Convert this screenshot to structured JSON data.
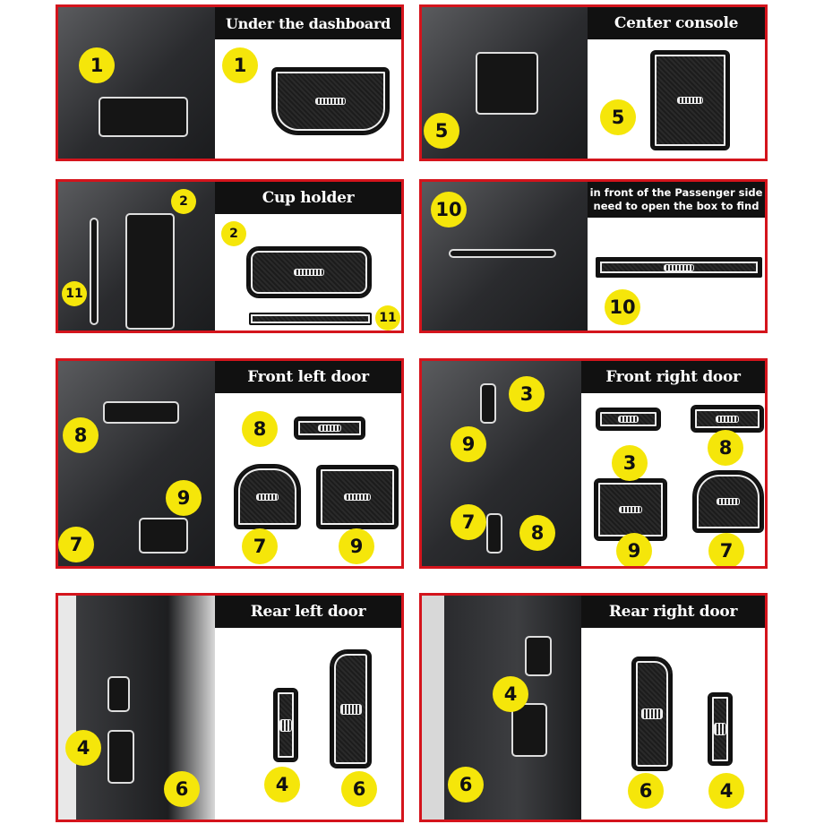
{
  "panels": [
    {
      "title": "Under the dashboard",
      "photo_badges": [
        "1"
      ],
      "product_badges": [
        "1"
      ]
    },
    {
      "title": "Center console",
      "photo_badges": [
        "5"
      ],
      "product_badges": [
        "5"
      ]
    },
    {
      "title": "Cup holder",
      "photo_badges": [
        "2",
        "11"
      ],
      "product_badges": [
        "2",
        "11"
      ]
    },
    {
      "title_line1": "in front of the Passenger side",
      "title_line2": "need to open the box to find",
      "photo_badges": [
        "10"
      ],
      "product_badges": [
        "10"
      ]
    },
    {
      "title": "Front left door",
      "photo_badges": [
        "8",
        "9",
        "7"
      ],
      "product_badges": [
        "8",
        "7",
        "9"
      ]
    },
    {
      "title": "Front right door",
      "photo_badges": [
        "3",
        "9",
        "7",
        "8"
      ],
      "product_badges": [
        "3",
        "8",
        "9",
        "7"
      ]
    },
    {
      "title": "Rear left door",
      "photo_badges": [
        "4",
        "6"
      ],
      "product_badges": [
        "4",
        "6"
      ]
    },
    {
      "title": "Rear right door",
      "photo_badges": [
        "4",
        "6"
      ],
      "product_badges": [
        "6",
        "4"
      ]
    }
  ],
  "colors": {
    "border": "#d4141c",
    "badge": "#f5e60a",
    "title_bar": "#111111"
  }
}
